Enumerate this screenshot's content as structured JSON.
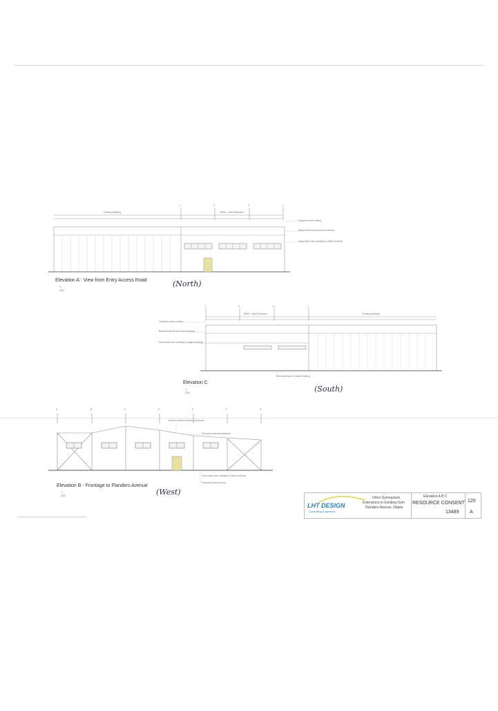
{
  "elevation_a": {
    "title": "Elevation A : View from Entry Access Road",
    "scale": "1 : 200",
    "handwritten": "(North)",
    "dims": [
      "Existing Building",
      "18000 - New Extension"
    ],
    "grid": [
      "1",
      "2",
      "3",
      "4"
    ],
    "notes": [
      "Proposed new roofing",
      "Braced external structural columns",
      "Horizontal color cladding to match existing"
    ]
  },
  "elevation_c": {
    "title": "Elevation C",
    "scale": "1 : 200",
    "handwritten": "(South)",
    "dims": [
      "18000 - New Extension",
      "Existing Building"
    ],
    "grid": [
      "4",
      "3",
      "2",
      "1"
    ],
    "notes": [
      "Insulation panel roofing",
      "Braced external structural columns",
      "Horizontal color cladding to match existing"
    ],
    "bottom_note": "New extension to match existing"
  },
  "elevation_b": {
    "title": "Elevation B - Frontage to Flanders Avenue",
    "scale": "1 : 200",
    "handwritten": "(West)",
    "grid": [
      "A",
      "B",
      "C",
      "D",
      "E",
      "F",
      "G"
    ],
    "notes": [
      "Braced exterior structural columns",
      "Proposed external windows",
      "Horizontal color cladding to match existing",
      "Proposed external door"
    ]
  },
  "title_block": {
    "logo": "LHT DESIGN",
    "logo_sub": "Consulting Engineers",
    "project_line1": "Omni Gymnasium",
    "project_line2": "Extensions to Existing Gym",
    "project_line3": "Flanders Avenue, Napier",
    "drawing_title": "Elevation A B C",
    "status": "RESOURCE CONSENT",
    "sheet": "120",
    "job_no": "13489",
    "revision": "A"
  },
  "colors": {
    "line": "#8a8a8a",
    "door": "#e8e2a0",
    "logo_blue": "#2b7fc3"
  }
}
